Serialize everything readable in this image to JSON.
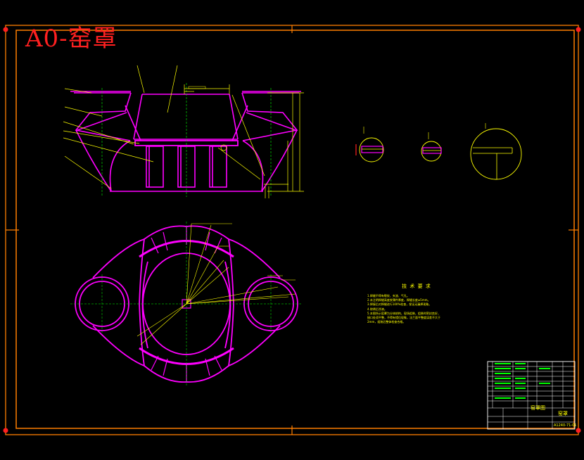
{
  "drawing": {
    "title": "A0-窑罩",
    "colors": {
      "background": "#000000",
      "frame": "#ff7f00",
      "part": "#ff00ff",
      "dimension": "#ffff00",
      "centerline": "#00ff00",
      "hatch": "#ffff00",
      "corner_mark": "#ff2020",
      "titleblock": "#ffffff"
    }
  },
  "notes": {
    "heading": "技 术 要 求",
    "lines": [
      "1.焊缝不得有裂纹、夹渣、气孔。",
      "2.未注明焊缝高度按薄件厚度，焊缝长度≥5mm。",
      "3.焊接后对焊缝进行100%检查，保证无漏焊现象。",
      "4.除锈后涂漆。",
      "5.本图所示窑罩为分体结构，现场组装，组装时密封良好，",
      "  接口处须平整，不得有错位现象，法兰面平整度误差不大于",
      "  2mm，组装后整体检查合格。"
    ]
  },
  "title_block": {
    "drawing_name": "窑罩图",
    "part_name": "窑罩",
    "drawing_number": "A1240-71-01"
  }
}
